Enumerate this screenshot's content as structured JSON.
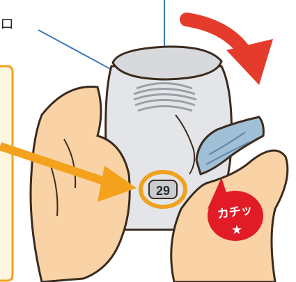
{
  "labels": {
    "mouthpiece_label": "ロ",
    "counter": "29",
    "click_sound": "カチッ",
    "star": "★"
  },
  "colors": {
    "skin": "#f9d3a6",
    "skin_outline": "#3b2b1e",
    "device_body": "#e3e5e8",
    "device_cap": "#d7d9dc",
    "device_lever": "#9fc0d6",
    "arrow_orange": "#f4a11c",
    "arrow_red": "#e53b2c",
    "leader_line_blue": "#3d7ab8",
    "ring_orange": "#f0a21f",
    "bubble_red": "#e11c27",
    "bubble_text": "#ffffff"
  },
  "icons": {
    "rotate_direction": "curved-arrow-red-icon",
    "pointer": "straight-arrow-orange-icon",
    "counter_highlight": "orange-ring-icon",
    "click_bubble": "speech-bubble-icon",
    "star": "star-icon"
  }
}
